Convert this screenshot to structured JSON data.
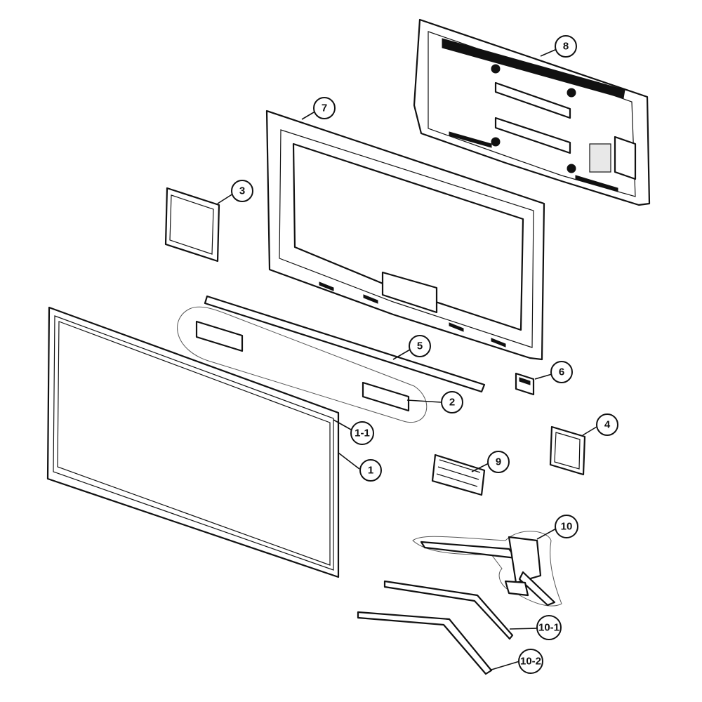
{
  "diagram": {
    "callouts": [
      {
        "id": "c1",
        "label": "1"
      },
      {
        "id": "c1-1",
        "label": "1-1"
      },
      {
        "id": "c2",
        "label": "2"
      },
      {
        "id": "c3",
        "label": "3"
      },
      {
        "id": "c4",
        "label": "4"
      },
      {
        "id": "c5",
        "label": "5"
      },
      {
        "id": "c6",
        "label": "6"
      },
      {
        "id": "c7",
        "label": "7"
      },
      {
        "id": "c8",
        "label": "8"
      },
      {
        "id": "c9",
        "label": "9"
      },
      {
        "id": "c10",
        "label": "10"
      },
      {
        "id": "c10-1",
        "label": "10-1"
      },
      {
        "id": "c10-2",
        "label": "10-2"
      }
    ]
  }
}
